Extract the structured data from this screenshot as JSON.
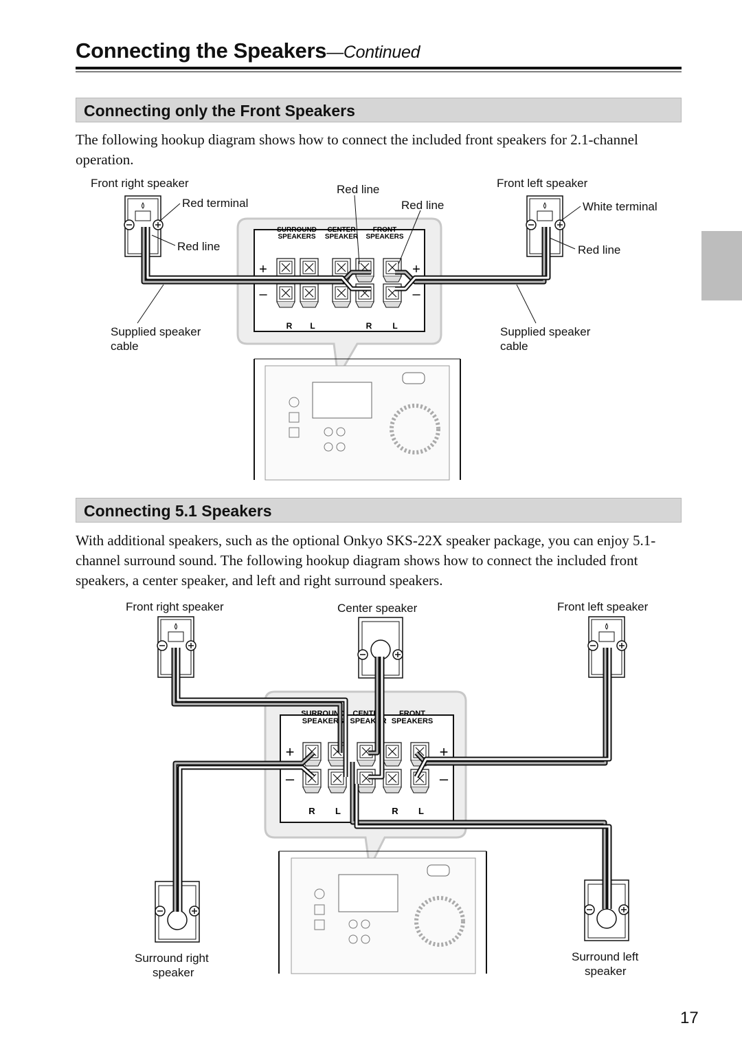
{
  "header": {
    "title": "Connecting the Speakers",
    "continued": "—Continued"
  },
  "section1": {
    "heading": "Connecting only the Front Speakers",
    "body": "The following hookup diagram shows how to connect the included front speakers for 2.1-channel operation.",
    "labels": {
      "front_right": "Front right speaker",
      "front_left": "Front left speaker",
      "red_line_top": "Red line",
      "red_line_right": "Red line",
      "red_terminal": "Red terminal",
      "white_terminal": "White terminal",
      "red_line_left_spk": "Red line",
      "red_line_right_spk": "Red line",
      "supplied_cable_left_1": "Supplied speaker",
      "supplied_cable_left_2": "cable",
      "supplied_cable_right_1": "Supplied speaker",
      "supplied_cable_right_2": "cable"
    }
  },
  "terminal_panel": {
    "surround_1": "SURROUND",
    "surround_2": "SPEAKERS",
    "center_1": "CENTER",
    "center_2": "SPEAKER",
    "front_1": "FRONT",
    "front_2": "SPEAKERS",
    "r1": "R",
    "l1": "L",
    "r2": "R",
    "l2": "L",
    "plus": "+",
    "minus": "–"
  },
  "section2": {
    "heading": "Connecting 5.1 Speakers",
    "body": "With additional speakers, such as the optional Onkyo SKS-22X speaker package, you can enjoy 5.1-channel surround sound. The following hookup diagram shows how to connect the included front speakers, a center speaker, and left and right surround speakers.",
    "labels": {
      "front_right": "Front right speaker",
      "center": "Center speaker",
      "front_left": "Front left speaker",
      "surround_right_1": "Surround right",
      "surround_right_2": "speaker",
      "surround_left_1": "Surround left",
      "surround_left_2": "speaker"
    }
  },
  "page_number": "17"
}
